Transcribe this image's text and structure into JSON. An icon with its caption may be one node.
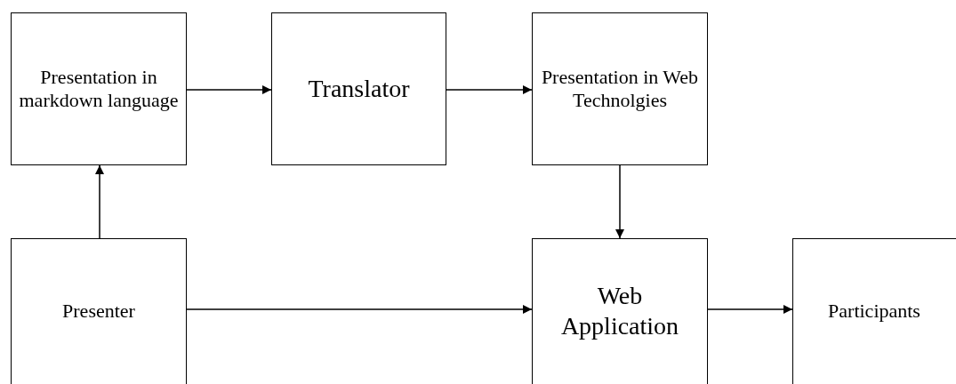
{
  "diagram": {
    "nodes": [
      {
        "text": [
          "Presentation in markdown language"
        ]
      },
      {
        "text": [
          "Translator"
        ]
      },
      {
        "text": [
          "Presentation in Web Technolgies"
        ]
      },
      {
        "text": [
          "Presenter"
        ]
      },
      {
        "text": [
          "Web Application"
        ]
      },
      {
        "text": [
          "Participants"
        ]
      }
    ],
    "edges": [
      {
        "from": 0,
        "to": 1,
        "arrow": "to"
      },
      {
        "from": 1,
        "to": 2,
        "arrow": "to"
      },
      {
        "from": 3,
        "to": 0,
        "arrow": "to"
      },
      {
        "from": 2,
        "to": 4,
        "arrow": "to"
      },
      {
        "from": 3,
        "to": 4,
        "arrow": "to"
      },
      {
        "from": 4,
        "to": 5,
        "arrow": "to"
      }
    ]
  }
}
